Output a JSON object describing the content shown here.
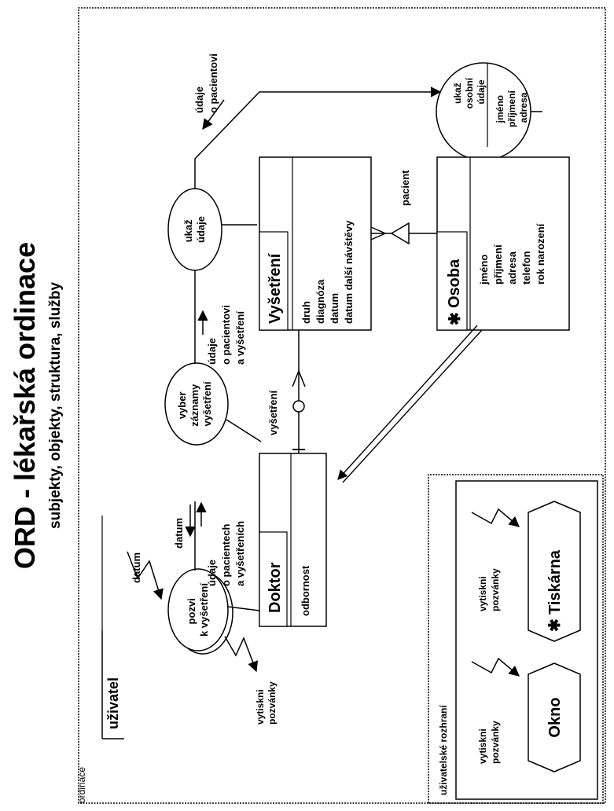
{
  "title": "ORD - lékařská ordinace",
  "subtitle": "subjekty, objekty, struktura, služby",
  "frame_label": "ordinace",
  "actor": {
    "name": "uživatel"
  },
  "processes": {
    "pozvi": [
      "pozvi",
      "k vyšetření"
    ],
    "vyber": [
      "vyber",
      "záznamy",
      "vyšetření"
    ],
    "ukaz_udaje": [
      "ukaž",
      "údaje"
    ],
    "ukaz_osobni": [
      "ukaž",
      "osobní",
      "údaje"
    ],
    "ukaz_osobni_attrs": [
      "jméno",
      "příjmení",
      "adresa"
    ]
  },
  "classes": {
    "doktor": {
      "name": "Doktor",
      "attributes": [
        "odbornost"
      ]
    },
    "vysetreni": {
      "name": "Vyšetření",
      "attributes": [
        "druh",
        "diagnóza",
        "datum",
        "datum další návštěvy"
      ]
    },
    "osoba": {
      "name": "Osoba",
      "marker": "✱",
      "attributes": [
        "jméno",
        "příjmení",
        "adresa",
        "telefon",
        "rok narození"
      ]
    }
  },
  "flows": {
    "datum_in": "datum",
    "datum": "datum",
    "udaje_o_pacientech": [
      "údaje",
      "o pacientech",
      "a vyšetřeních"
    ],
    "udaje_o_pacientovi_vys": [
      "údaje",
      "o pacientovi",
      "a vyšetření"
    ],
    "udaje_o_pacientovi": [
      "údaje",
      "o pacientovi"
    ],
    "vytiskni_pozvanky": [
      "vytiskni",
      "pozvánky"
    ]
  },
  "roles": {
    "vysetreni": "vyšetření",
    "pacient": "pacient"
  },
  "ui": {
    "title": "uživatelské rozhraní",
    "okno": {
      "name": "Okno",
      "flow": [
        "vytiskni",
        "pozvánky"
      ]
    },
    "tiskarna": {
      "name": "Tiskárna",
      "marker": "✱",
      "flow": [
        "vytiskni",
        "pozvánky"
      ]
    }
  }
}
